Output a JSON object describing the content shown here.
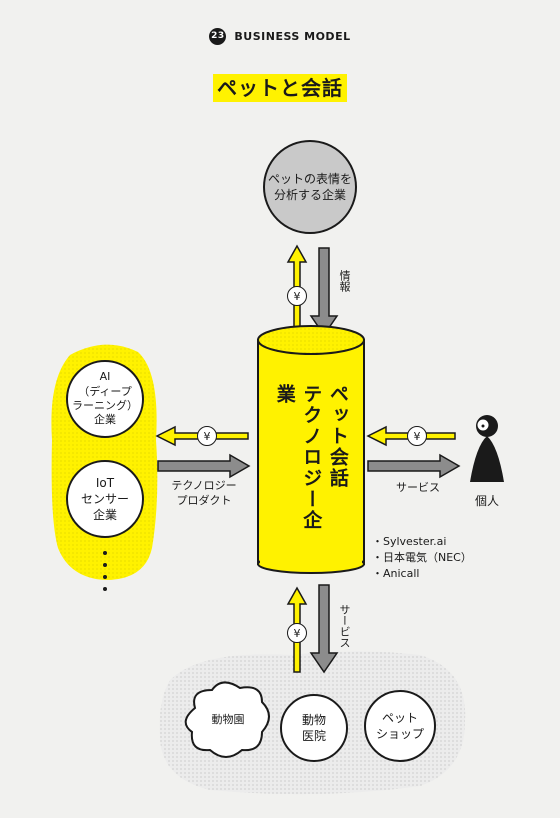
{
  "header": {
    "number": "23",
    "label": "BUSINESS MODEL"
  },
  "title": "ペットと会話",
  "center": {
    "line1": "ペット会話",
    "line2": "テクノロジー企業"
  },
  "top_node": {
    "line1": "ペットの表情を",
    "line2": "分析する企業"
  },
  "top_arrow_label": "情報",
  "left_nodes": [
    {
      "line1": "AI",
      "line2": "（ディープ",
      "line3": "ラーニング）",
      "line4": "企業"
    },
    {
      "line1": "IoT",
      "line2": "センサー",
      "line3": "企業"
    }
  ],
  "left_arrow_label": {
    "line1": "テクノロジー",
    "line2": "プロダクト"
  },
  "right_arrow_label": "サービス",
  "person_label": "個人",
  "companies": [
    "・Sylvester.ai",
    "・日本電気（NEC）",
    "・Anicall"
  ],
  "bottom_arrow_label": "サービス",
  "bottom_nodes": [
    {
      "line1": "動物園"
    },
    {
      "line1": "動物",
      "line2": "医院"
    },
    {
      "line1": "ペット",
      "line2": "ショップ"
    }
  ],
  "yen_symbol": "¥",
  "colors": {
    "accent": "#fff200",
    "gray": "#8c8c8c",
    "ink": "#1a1a1a"
  }
}
